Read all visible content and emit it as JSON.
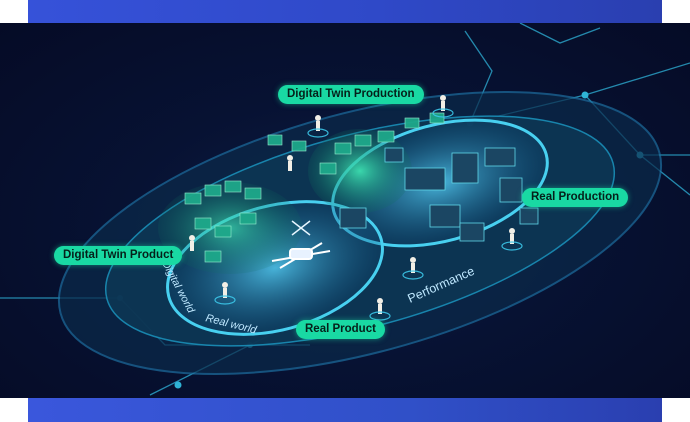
{
  "labels": {
    "digital_twin_production": "Digital Twin Production",
    "real_production": "Real Production",
    "digital_twin_product": "Digital Twin Product",
    "real_product": "Real Product",
    "digital_world": "Digital world",
    "real_world": "Real world",
    "performance": "Performance"
  },
  "colors": {
    "accent_green": "#19d9a3",
    "network_cyan": "#2fb4d6",
    "background_navy": "#071233",
    "band_blue": "#3652d9"
  }
}
